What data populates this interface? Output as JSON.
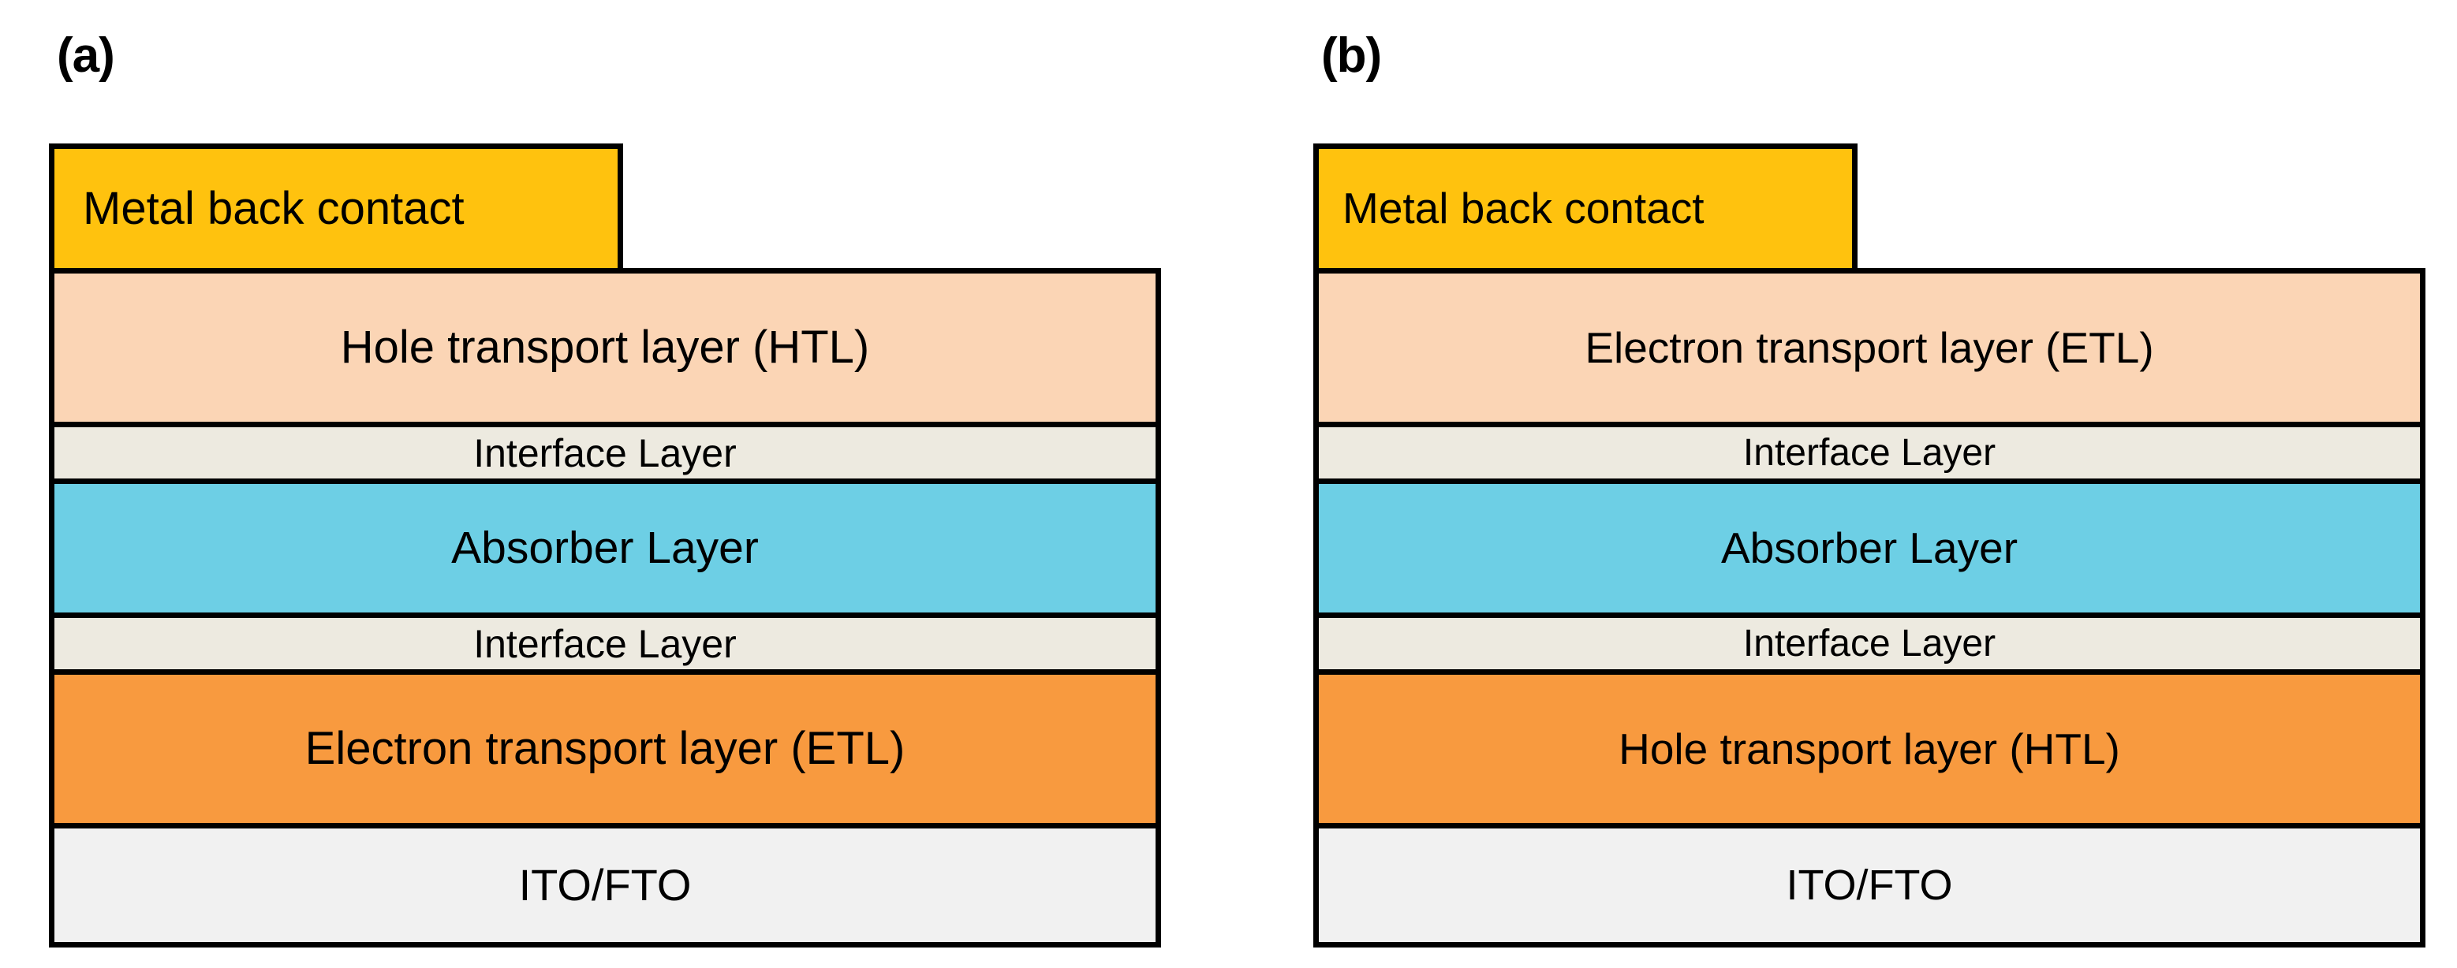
{
  "figure": {
    "type": "device-stack-diagram",
    "background": "#FFFFFF",
    "border_color": "#000000",
    "text_color": "#000000"
  },
  "palette": {
    "metal_gold": "#FFC20E",
    "transport_peach": "#FBD5B5",
    "interface_cream": "#EDEAE0",
    "absorber_cyan": "#6DCFE5",
    "transport_orange": "#F89A3F",
    "substrate_gray": "#F1F1F1"
  },
  "panels": [
    {
      "id": "a",
      "label": "(a)",
      "contact": {
        "name": "metal-back-contact",
        "text": "Metal back contact",
        "color": "#FFC20E"
      },
      "layers": [
        {
          "name": "hole-transport-layer",
          "text": "Hole transport layer  (HTL)",
          "color": "#FBD5B5"
        },
        {
          "name": "interface-layer-top",
          "text": "Interface Layer",
          "color": "#EDEAE0"
        },
        {
          "name": "absorber-layer",
          "text": "Absorber Layer",
          "color": "#6DCFE5"
        },
        {
          "name": "interface-layer-bottom",
          "text": "Interface Layer",
          "color": "#EDEAE0"
        },
        {
          "name": "electron-transport-layer",
          "text": "Electron transport layer  (ETL)",
          "color": "#F89A3F"
        },
        {
          "name": "substrate-layer",
          "text": "ITO/FTO",
          "color": "#F1F1F1"
        }
      ]
    },
    {
      "id": "b",
      "label": "(b)",
      "contact": {
        "name": "metal-back-contact",
        "text": "Metal back contact",
        "color": "#FFC20E"
      },
      "layers": [
        {
          "name": "electron-transport-layer",
          "text": "Electron transport layer  (ETL)",
          "color": "#FBD5B5"
        },
        {
          "name": "interface-layer-top",
          "text": "Interface Layer",
          "color": "#EDEAE0"
        },
        {
          "name": "absorber-layer",
          "text": "Absorber Layer",
          "color": "#6DCFE5"
        },
        {
          "name": "interface-layer-bottom",
          "text": "Interface Layer",
          "color": "#EDEAE0"
        },
        {
          "name": "hole-transport-layer",
          "text": "Hole transport layer  (HTL)",
          "color": "#F89A3F"
        },
        {
          "name": "substrate-layer",
          "text": "ITO/FTO",
          "color": "#F1F1F1"
        }
      ]
    }
  ]
}
